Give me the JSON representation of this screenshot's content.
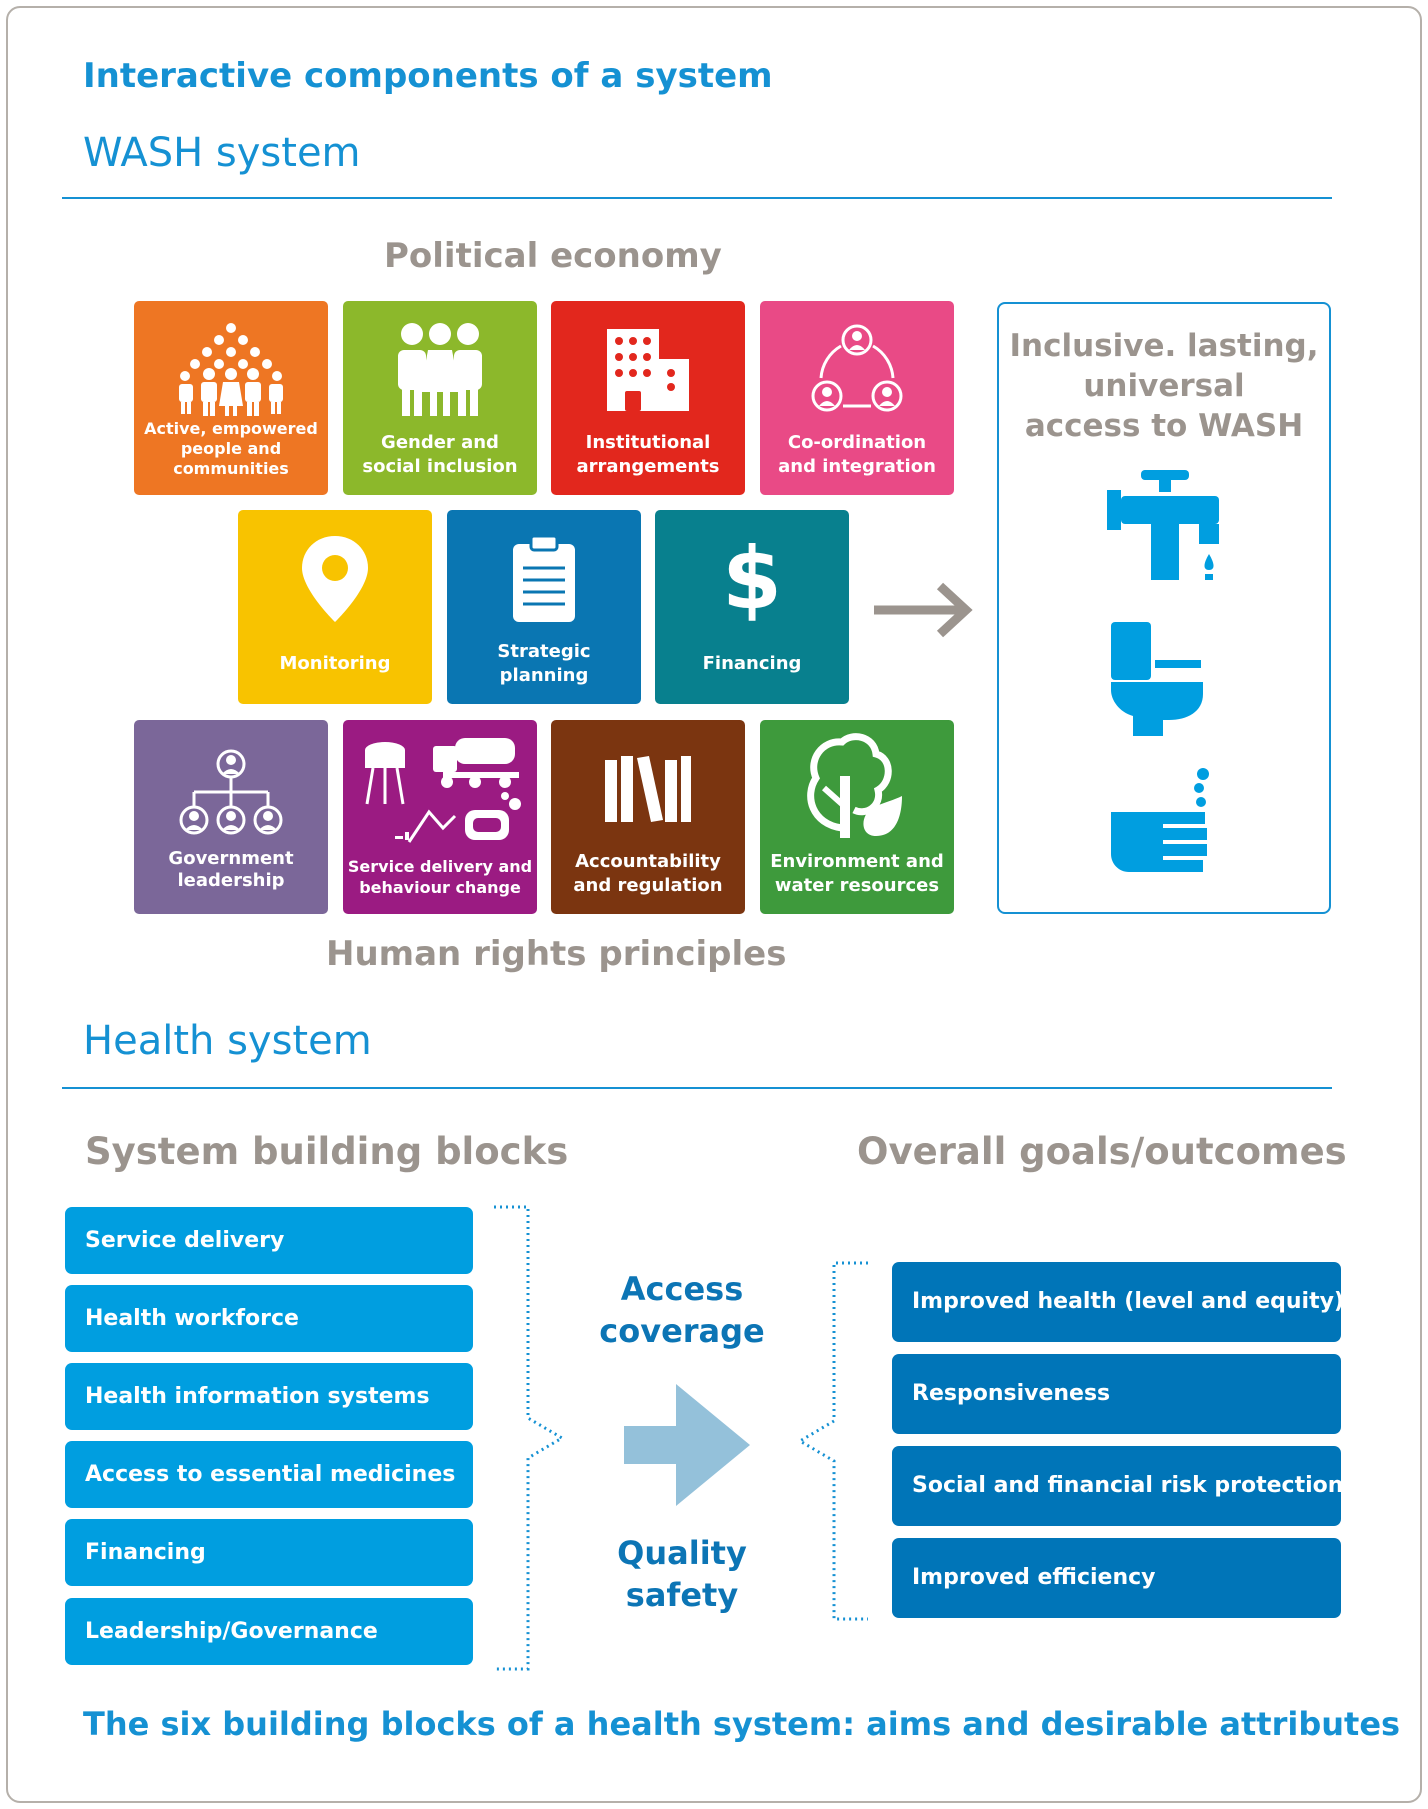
{
  "title": "Interactive components of a system",
  "wash": {
    "heading": "WASH system",
    "top_label": "Political economy",
    "bottom_label": "Human rights principles",
    "tiles": [
      {
        "label_1": "Active, empowered",
        "label_2": "people and",
        "label_3": "communities",
        "color": "#ee7623",
        "icon": "people-crowd-icon"
      },
      {
        "label_1": "Gender and",
        "label_2": "social inclusion",
        "color": "#8cb82b",
        "icon": "gender-group-icon"
      },
      {
        "label_1": "Institutional",
        "label_2": "arrangements",
        "color": "#e2271d",
        "icon": "building-icon"
      },
      {
        "label_1": "Co-ordination",
        "label_2": "and integration",
        "color": "#e94a86",
        "icon": "coordination-cycle-icon"
      },
      {
        "label_1": "Monitoring",
        "color": "#f8c300",
        "icon": "location-pin-icon"
      },
      {
        "label_1": "Strategic",
        "label_2": "planning",
        "color": "#0a76b2",
        "icon": "clipboard-icon"
      },
      {
        "label_1": "Financing",
        "color": "#08808e",
        "icon": "dollar-icon"
      },
      {
        "label_1": "Government",
        "label_2": "leadership",
        "color": "#7b6799",
        "icon": "org-chart-icon"
      },
      {
        "label_1": "Service delivery and",
        "label_2": "behaviour change",
        "color": "#9b1b82",
        "icon": "service-delivery-icon"
      },
      {
        "label_1": "Accountability",
        "label_2": "and regulation",
        "color": "#7b3510",
        "icon": "books-icon"
      },
      {
        "label_1": "Environment and",
        "label_2": "water resources",
        "color": "#3e9a3c",
        "icon": "tree-leaf-icon"
      }
    ],
    "outcome": {
      "line_1": "Inclusive. lasting,",
      "line_2": "universal",
      "line_3": "access to WASH",
      "icons": [
        "water-tap-icon",
        "toilet-icon",
        "handwashing-icon"
      ]
    }
  },
  "health": {
    "heading": "Health system",
    "left_label": "System building blocks",
    "right_label": "Overall goals/outcomes",
    "blocks": [
      "Service delivery",
      "Health workforce",
      "Health information systems",
      "Access to essential medicines",
      "Financing",
      "Leadership/Governance"
    ],
    "middle_top_1": "Access",
    "middle_top_2": "coverage",
    "middle_bottom_1": "Quality",
    "middle_bottom_2": "safety",
    "goals": [
      "Improved health (level and equity)",
      "Responsiveness",
      "Social and financial risk protection",
      "Improved efficiency"
    ]
  },
  "caption": "The six building blocks of a health system: aims and desirable attributes",
  "colors": {
    "accent": "#1591d3",
    "heading_gray": "#9b948e",
    "block_blue": "#009ee0",
    "goal_blue": "#0075b8",
    "arrow_light_blue": "#94c1da"
  }
}
